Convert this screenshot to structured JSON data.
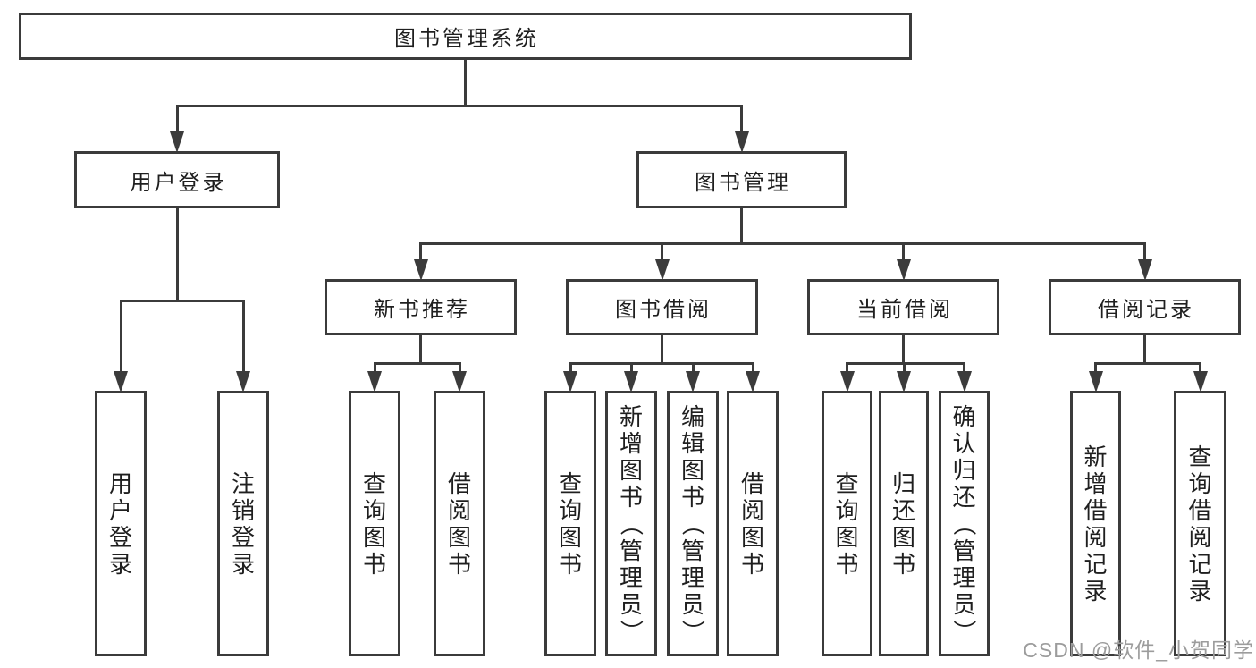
{
  "colors": {
    "background": "#ffffff",
    "line": "#3b3b3b",
    "box_border": "#3b3b3b",
    "text": "#1f1f1f",
    "watermark": "#9c9c9c"
  },
  "watermark": {
    "text": "CSDN @软件_小贺同学"
  },
  "diagram": {
    "type": "tree",
    "root": {
      "id": "system",
      "label": "图书管理系统",
      "children": [
        {
          "id": "user-login",
          "label": "用户登录",
          "children": [
            {
              "id": "user-login-leaf",
              "label": "用户登录",
              "vertical": true
            },
            {
              "id": "logout-leaf",
              "label": "注销登录",
              "vertical": true
            }
          ]
        },
        {
          "id": "book-mgmt",
          "label": "图书管理",
          "children": [
            {
              "id": "new-book-rec",
              "label": "新书推荐",
              "children": [
                {
                  "id": "nbr-query-books",
                  "label": "查询图书",
                  "vertical": true
                },
                {
                  "id": "nbr-borrow-books",
                  "label": "借阅图书",
                  "vertical": true
                }
              ]
            },
            {
              "id": "book-borrow",
              "label": "图书借阅",
              "children": [
                {
                  "id": "bb-query-books",
                  "label": "查询图书",
                  "vertical": true
                },
                {
                  "id": "bb-add-books",
                  "label": "新增图书（管理员）",
                  "vertical": true
                },
                {
                  "id": "bb-edit-books",
                  "label": "编辑图书（管理员）",
                  "vertical": true
                },
                {
                  "id": "bb-borrow-books",
                  "label": "借阅图书",
                  "vertical": true
                }
              ]
            },
            {
              "id": "current-borrow",
              "label": "当前借阅",
              "children": [
                {
                  "id": "cb-query-books",
                  "label": "查询图书",
                  "vertical": true
                },
                {
                  "id": "cb-return-books",
                  "label": "归还图书",
                  "vertical": true
                },
                {
                  "id": "cb-confirm-return",
                  "label": "确认归还（管理员）",
                  "vertical": true
                }
              ]
            },
            {
              "id": "borrow-records",
              "label": "借阅记录",
              "children": [
                {
                  "id": "br-add-record",
                  "label": "新增借阅记录",
                  "vertical": true
                },
                {
                  "id": "br-query-record",
                  "label": "查询借阅记录",
                  "vertical": true
                }
              ]
            }
          ]
        }
      ]
    }
  }
}
